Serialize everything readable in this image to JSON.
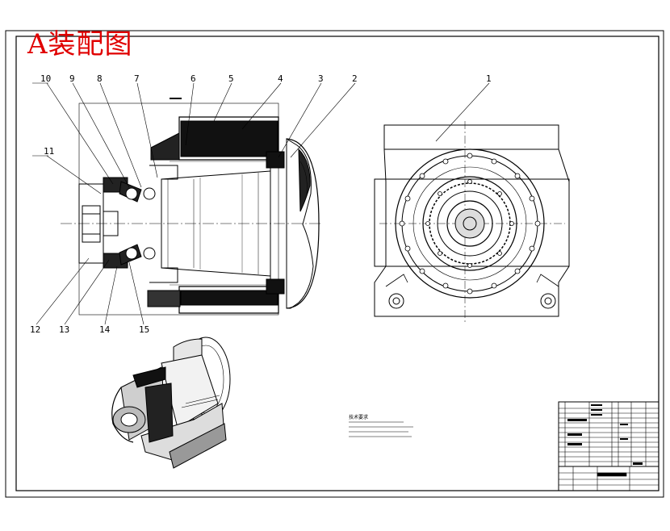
{
  "title": "A装配图",
  "part_numbers": [
    "1",
    "2",
    "3",
    "4",
    "5",
    "6",
    "7",
    "8",
    "9",
    "10",
    "11",
    "12",
    "13",
    "14",
    "15"
  ],
  "tech_requirements_heading": "技术要求",
  "colors": {
    "title": "#e00000",
    "line": "#000000",
    "background": "#ffffff"
  }
}
